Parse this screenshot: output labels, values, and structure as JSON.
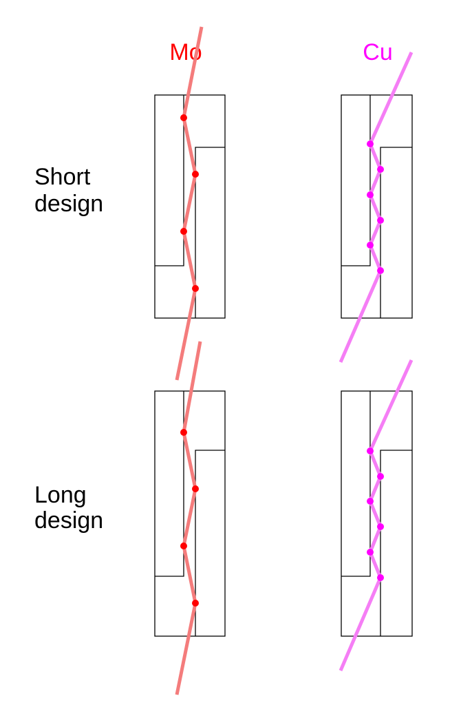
{
  "columns": [
    {
      "label": "Mo",
      "color": "#ff0000",
      "beam_color": "#f47c7c"
    },
    {
      "label": "Cu",
      "color": "#ff00ff",
      "beam_color": "#f57ef5"
    }
  ],
  "rows": [
    {
      "label_line1": "Short",
      "label_line2": "design"
    },
    {
      "label_line1": "Long",
      "label_line2": "design"
    }
  ],
  "panels": [
    {
      "material": "Mo",
      "design": "Short",
      "reflection_points": 4
    },
    {
      "material": "Cu",
      "design": "Short",
      "reflection_points": 6
    },
    {
      "material": "Mo",
      "design": "Long",
      "reflection_points": 4
    },
    {
      "material": "Cu",
      "design": "Long",
      "reflection_points": 6
    }
  ]
}
